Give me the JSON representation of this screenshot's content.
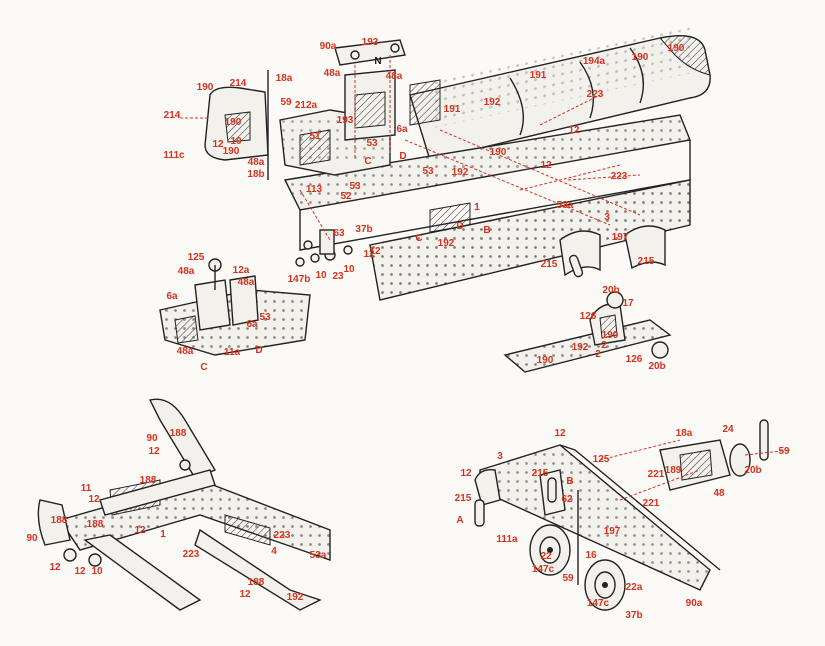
{
  "assemblies": {
    "top_main": {
      "labels": [
        "190",
        "190",
        "191",
        "194a",
        "223",
        "192",
        "191",
        "190",
        "12",
        "90a",
        "193",
        "N",
        "48a",
        "48a",
        "18a",
        "59",
        "212a",
        "193",
        "51",
        "6a",
        "53",
        "190",
        "214",
        "214",
        "190",
        "12",
        "10",
        "190",
        "111c",
        "48a",
        "18b",
        "C",
        "D",
        "53",
        "12",
        "192",
        "113",
        "52",
        "53",
        "223",
        "37b",
        "63",
        "12",
        "10",
        "23",
        "147b",
        "10",
        "12",
        "C",
        "192",
        "D",
        "B",
        "3",
        "197",
        "215",
        "215",
        "53a",
        "1",
        "2"
      ]
    },
    "small_bracket": {
      "labels": [
        "125",
        "12a",
        "48a",
        "6a",
        "48a",
        "53",
        "6a",
        "48a",
        "11a",
        "C",
        "D"
      ]
    },
    "small_plate": {
      "labels": [
        "20b",
        "17",
        "126",
        "190",
        "190",
        "192",
        "2",
        "126",
        "20b"
      ]
    },
    "bottom_left": {
      "labels": [
        "90",
        "188",
        "12",
        "188",
        "11",
        "188",
        "12",
        "188",
        "90",
        "12",
        "12",
        "10",
        "12",
        "1",
        "223",
        "223",
        "4",
        "53a",
        "188",
        "192",
        "12"
      ]
    },
    "bottom_right": {
      "labels": [
        "12",
        "3",
        "12",
        "215",
        "B",
        "215",
        "A",
        "62",
        "125",
        "18a",
        "24",
        "221",
        "189",
        "48",
        "221",
        "20b",
        "59",
        "111a",
        "197",
        "22",
        "147c",
        "16",
        "59",
        "147c",
        "22a",
        "90a",
        "37b"
      ]
    }
  }
}
